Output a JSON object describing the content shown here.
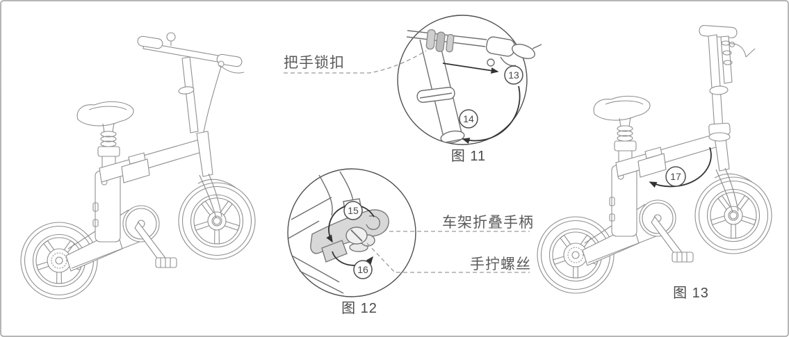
{
  "page": {
    "type": "bicycle-folding-instruction-illustration",
    "background": "#ffffff",
    "border_color": "#9e9e9e"
  },
  "colors": {
    "bike_line": "#8f8f8f",
    "detail_line": "#6e6e6e",
    "circle_outline": "#4f4f4f",
    "arrow": "#333333",
    "shade_fill": "#cfcfcf",
    "handle_fill": "#d8d8d8",
    "text": "#5a5a5a"
  },
  "labels": {
    "handlebar_lock": "把手锁扣",
    "frame_folding_handle": "车架折叠手柄",
    "hand_screw": "手拧螺丝"
  },
  "figures": {
    "fig11": {
      "caption": "图 11"
    },
    "fig12": {
      "caption": "图 12"
    },
    "fig13": {
      "caption": "图 13"
    }
  },
  "steps": {
    "s13": "13",
    "s14": "14",
    "s15": "15",
    "s16": "16",
    "s17": "17"
  }
}
